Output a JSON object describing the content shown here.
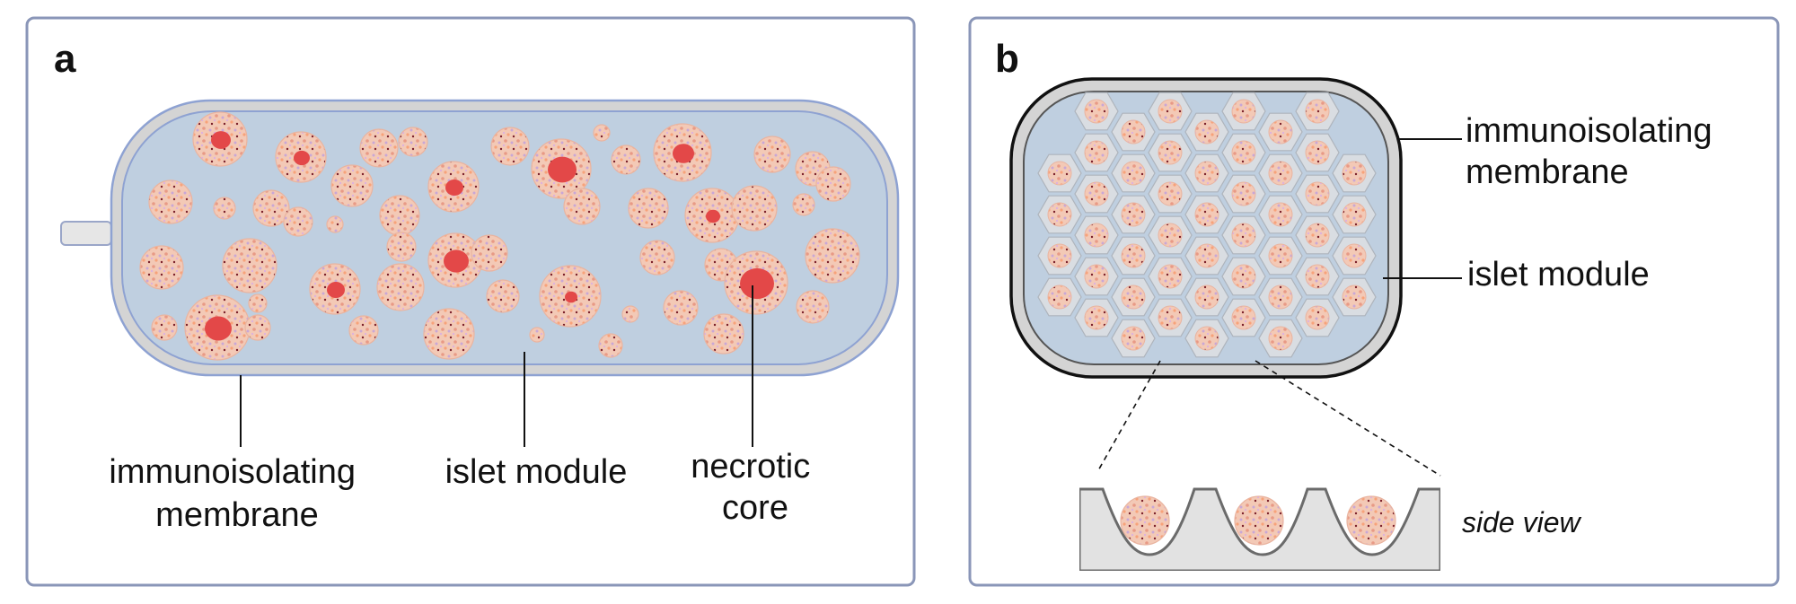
{
  "panel_a": {
    "letter": "a",
    "labels": {
      "membrane": [
        "immunoisolating",
        "membrane"
      ],
      "module": [
        "islet module"
      ],
      "necrotic": [
        "necrotic",
        "core"
      ]
    }
  },
  "panel_b": {
    "letter": "b",
    "labels": {
      "membrane": [
        "immunoisolating",
        "membrane"
      ],
      "module": [
        "islet module"
      ],
      "side_view": "side view"
    }
  },
  "colors": {
    "panel_border": "#8a96b8",
    "outer_membrane": "#d4d4d4",
    "inner_module": "#bfcfe0",
    "islet_fill": "#f3c9b6",
    "necrotic_core": "#e34848",
    "hex_cell": "#d9dde2"
  }
}
